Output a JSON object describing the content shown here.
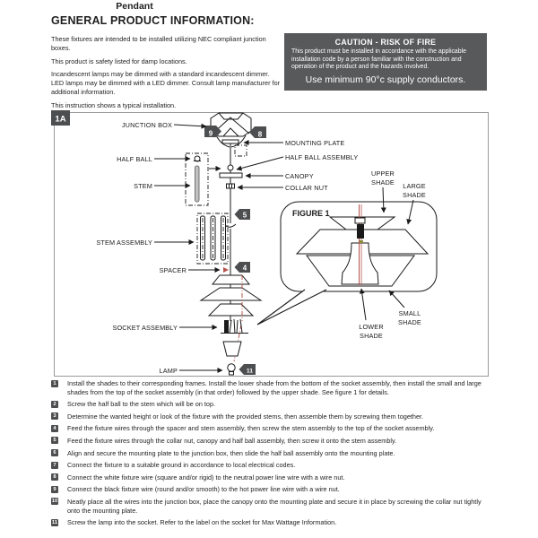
{
  "header": {
    "title": "Pendant",
    "subtitle": "GENERAL PRODUCT INFORMATION:"
  },
  "intro": {
    "p1": "These fixtures are intended to be installed utilizing NEC compliant junction boxes.",
    "p2": "This product is safety listed for damp locations.",
    "p3": "Incandescent lamps may be dimmed with a standard incandescent dimmer. LED lamps may be dimmed with a LED dimmer. Consult lamp manufacturer for additional information.",
    "p4": "This instruction shows a typical installation."
  },
  "caution": {
    "title": "CAUTION - RISK OF FIRE",
    "body": "This product must be installed in accordance with the applicable installation code by a person familiar with the construction and operation of the product and the hazards involved.",
    "emphasis": "Use minimum 90°c supply conductors.",
    "bg_color": "#58595b"
  },
  "diagram": {
    "panel_label": "1A",
    "figure_label": "FIGURE 1",
    "labels": {
      "junction_box": "JUNCTION BOX",
      "mounting_plate": "MOUNTING PLATE",
      "half_ball": "HALF BALL",
      "half_ball_assembly": "HALF BALL ASSEMBLY",
      "stem": "STEM",
      "canopy": "CANOPY",
      "collar_nut": "COLLAR NUT",
      "stem_assembly": "STEM ASSEMBLY",
      "spacer": "SPACER",
      "socket_assembly": "SOCKET ASSEMBLY",
      "lamp": "LAMP",
      "upper_shade": [
        "UPPER",
        "SHADE"
      ],
      "large_shade": [
        "LARGE",
        "SHADE"
      ],
      "small_shade": [
        "SMALL",
        "SHADE"
      ],
      "lower_shade": [
        "LOWER",
        "SHADE"
      ]
    },
    "badges": {
      "b9": "9",
      "b8": "8",
      "b5": "5",
      "b4": "4",
      "b11": "11"
    },
    "badge_color": "#4d4e50",
    "centerline_color": "#b5534c"
  },
  "steps": [
    {
      "num": "1",
      "text": "Install the shades to their corresponding frames. Install the lower shade from the bottom of the socket assembly, then install the small and large shades from the top of the socket assembly (in that order) followed by the upper shade. See figure 1 for details."
    },
    {
      "num": "2",
      "text": "Screw the half ball to the stem which will be on top."
    },
    {
      "num": "3",
      "text": "Determine the wanted height or look of the fixture with the provided stems, then assemble them by screwing them together."
    },
    {
      "num": "4",
      "text": "Feed the fixture wires through the spacer and stem assembly, then screw the stem assembly to the top of the socket assembly."
    },
    {
      "num": "5",
      "text": "Feed the fixture wires through the collar nut, canopy and half ball assembly, then screw it onto the stem assembly."
    },
    {
      "num": "6",
      "text": "Align and secure the mounting plate to the junction box, then slide the half ball assembly onto the mounting plate."
    },
    {
      "num": "7",
      "text": "Connect the fixture to a suitable ground in accordance to local electrical codes."
    },
    {
      "num": "8",
      "text": "Connect the white fixture wire (square and/or rigid) to the neutral power line wire with a wire nut."
    },
    {
      "num": "9",
      "text": "Connect the black fixture wire (round and/or smooth) to the hot power line wire with a wire nut."
    },
    {
      "num": "10",
      "text": "Neatly place all the wires into the junction box, place the canopy onto the mounting plate and secure it in place by screwing the collar nut tightly onto the mounting plate."
    },
    {
      "num": "11",
      "text": "Screw the lamp into the socket. Refer to the label on the socket for Max Wattage Information."
    }
  ]
}
